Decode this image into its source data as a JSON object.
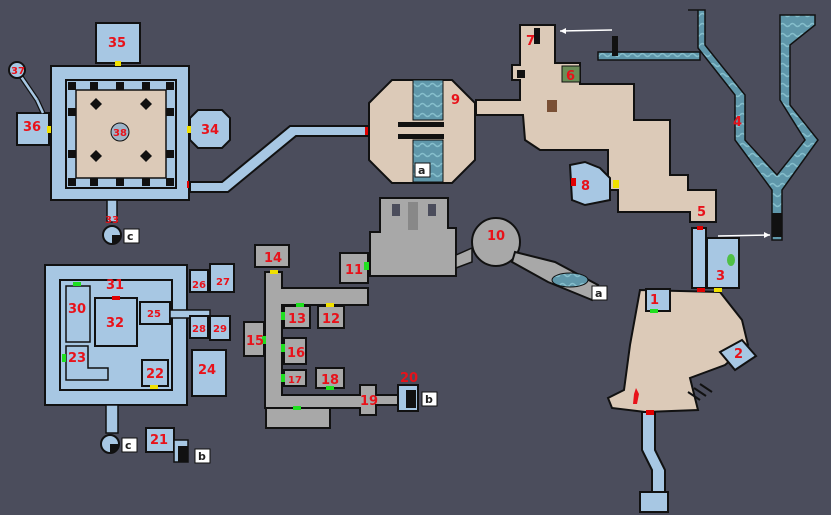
{
  "map": {
    "rooms": [
      "1",
      "2",
      "3",
      "4",
      "5",
      "6",
      "7",
      "8",
      "9",
      "10",
      "11",
      "12",
      "13",
      "14",
      "15",
      "16",
      "17",
      "18",
      "19",
      "20",
      "21",
      "22",
      "23",
      "24",
      "25",
      "26",
      "27",
      "28",
      "29",
      "30",
      "31",
      "32",
      "33",
      "34",
      "35",
      "36",
      "37",
      "38"
    ],
    "connectors": [
      "a",
      "b",
      "c"
    ],
    "colors": {
      "background": "#4b4d5c",
      "blue_room": "#a7c7e3",
      "tan_room": "#dccab8",
      "gray_room": "#a8a8a8",
      "water": "#5c93a6",
      "outline": "#111111",
      "label": "#e8121a",
      "door_red": "#e00000",
      "door_yellow": "#f0e000",
      "door_green": "#20e020"
    }
  }
}
